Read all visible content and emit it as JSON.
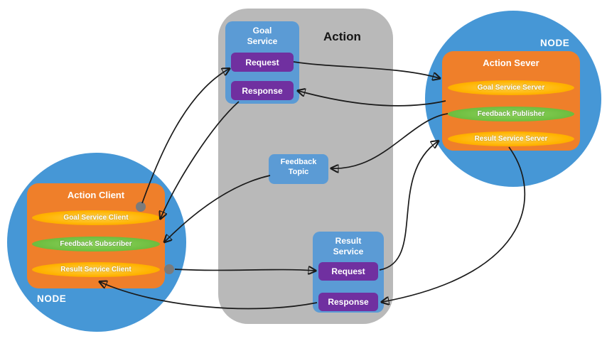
{
  "action_group": {
    "label": "Action"
  },
  "goal_service": {
    "title": "Goal Service",
    "request_label": "Request",
    "response_label": "Response"
  },
  "feedback_topic": {
    "title": "Feedback Topic"
  },
  "result_service": {
    "title": "Result Service",
    "request_label": "Request",
    "response_label": "Response"
  },
  "client_node": {
    "node_label": "NODE",
    "title": "Action Client",
    "items": [
      {
        "label": "Goal Service Client",
        "color": "#ffb300"
      },
      {
        "label": "Feedback Subscriber",
        "color": "#6cbd3e"
      },
      {
        "label": "Result Service Client",
        "color": "#ffb300"
      }
    ]
  },
  "server_node": {
    "node_label": "NODE",
    "title": "Action Sever",
    "items": [
      {
        "label": "Goal Service Server",
        "color": "#ffb300"
      },
      {
        "label": "Feedback Publisher",
        "color": "#6cbd3e"
      },
      {
        "label": "Result Service Server",
        "color": "#ffb300"
      }
    ]
  },
  "connections": [
    {
      "from": "goal-service-client",
      "to": "goal-request"
    },
    {
      "from": "goal-request",
      "to": "goal-service-server"
    },
    {
      "from": "goal-service-server",
      "to": "goal-response"
    },
    {
      "from": "goal-response",
      "to": "goal-service-client"
    },
    {
      "from": "feedback-publisher",
      "to": "feedback-topic"
    },
    {
      "from": "feedback-topic",
      "to": "feedback-subscriber"
    },
    {
      "from": "result-service-client",
      "to": "result-request"
    },
    {
      "from": "result-request",
      "to": "result-service-server"
    },
    {
      "from": "result-service-server",
      "to": "result-response"
    },
    {
      "from": "result-response",
      "to": "result-service-client"
    }
  ],
  "colors": {
    "node_circle": "#4697d6",
    "service_box": "#5b9bd5",
    "request_response": "#7030a0",
    "container_orange": "#ef7f2a",
    "pill_yellow": "#ffb300",
    "pill_green": "#6cbd3e",
    "action_background": "#b9b9b9",
    "connector_dot": "#7b7b7b",
    "arrow": "#1a1a1a"
  }
}
